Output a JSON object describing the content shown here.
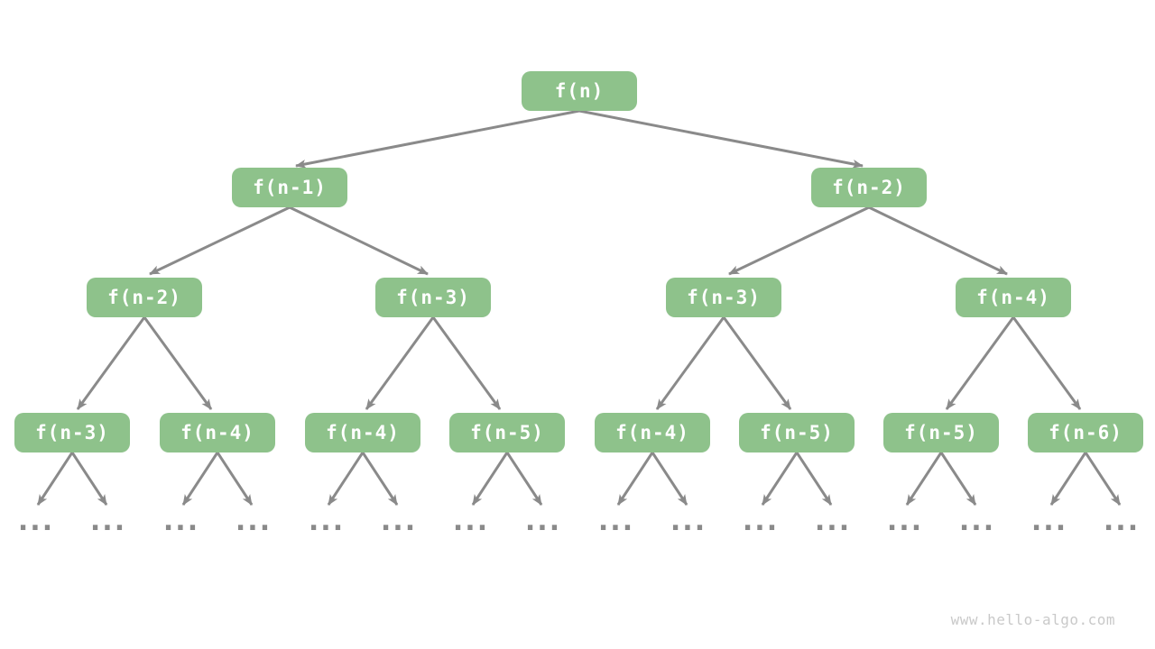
{
  "colors": {
    "node_fill": "#8EC28B",
    "node_text": "#FFFFFF",
    "arrow": "#8A8A8A",
    "ellipsis": "#8A8A8A",
    "watermark": "#C9C9C9",
    "background": "#FFFFFF"
  },
  "tree": {
    "description": "fibonacci-recursion-tree",
    "levels": [
      {
        "nodes": [
          "f(n)"
        ]
      },
      {
        "nodes": [
          "f(n-1)",
          "f(n-2)"
        ]
      },
      {
        "nodes": [
          "f(n-2)",
          "f(n-3)",
          "f(n-3)",
          "f(n-4)"
        ]
      },
      {
        "nodes": [
          "f(n-3)",
          "f(n-4)",
          "f(n-4)",
          "f(n-5)",
          "f(n-4)",
          "f(n-5)",
          "f(n-5)",
          "f(n-6)"
        ]
      }
    ],
    "ellipsis": "...",
    "ellipsis_count": 16
  },
  "footer": {
    "watermark": "www.hello-algo.com"
  }
}
